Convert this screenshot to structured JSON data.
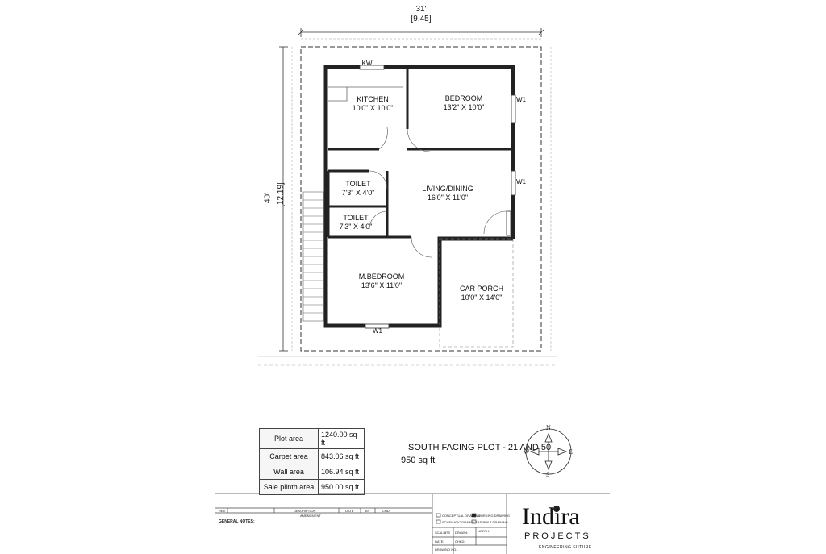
{
  "dims": {
    "top_ft": "31'",
    "top_m": "[9.45]",
    "side_ft": "40'",
    "side_m": "[12.19]"
  },
  "rooms": {
    "kitchen": {
      "name": "KITCHEN",
      "size": "10'0\" X 10'0\""
    },
    "bedroom": {
      "name": "BEDROOM",
      "size": "13'2\" X 10'0\""
    },
    "toilet1": {
      "name": "TOILET",
      "size": "7'3\" X 4'0\""
    },
    "toilet2": {
      "name": "TOILET",
      "size": "7'3\" X 4'0\""
    },
    "living": {
      "name": "LIVING/DINING",
      "size": "16'0\" X 11'0\""
    },
    "mbedroom": {
      "name": "M.BEDROOM",
      "size": "13'6\" X 11'0\""
    },
    "carporch": {
      "name": "CAR PORCH",
      "size": "10'0\" X 14'0\""
    }
  },
  "openings": {
    "kw": "KW",
    "w1_a": "W1",
    "w1_b": "W1",
    "w1_c": "W1"
  },
  "areas": [
    {
      "label": "Plot area",
      "value": "1240.00 sq ft"
    },
    {
      "label": "Carpet area",
      "value": "843.06 sq ft"
    },
    {
      "label": "Wall area",
      "value": "106.94 sq ft"
    },
    {
      "label": "Sale plinth area",
      "value": "950.00 sq ft"
    }
  ],
  "plot_title": "SOUTH FACING PLOT - 21 AND 50",
  "plot_sqft": "950 sq ft",
  "compass": {
    "n": "N",
    "s": "S",
    "e": "E",
    "w": "W"
  },
  "title_block": {
    "rev": "REV.",
    "description": "DESCRIPTION",
    "date": "DATE",
    "by": "BY",
    "chd": "CHD.",
    "amendment": "AMENDMENT",
    "general_notes": "GENERAL NOTES:",
    "conceptual": "CONCEPTUAL DRAWING",
    "schematic": "SCHEMATIC DRAWING",
    "working": "WORKING DRAWING",
    "asbuilt": "AS BUILT DRAWING",
    "scale": "SCALE:",
    "scale_val": "NTS",
    "drawn": "DRAWN:",
    "date2": "DATE:",
    "chkd": "CHKD:",
    "north": "NORTH:",
    "drawing_no": "DRAWING NO.:"
  },
  "brand": {
    "name": "Indira",
    "sub": "PROJECTS",
    "tag": "ENGINEERING FUTURE"
  }
}
